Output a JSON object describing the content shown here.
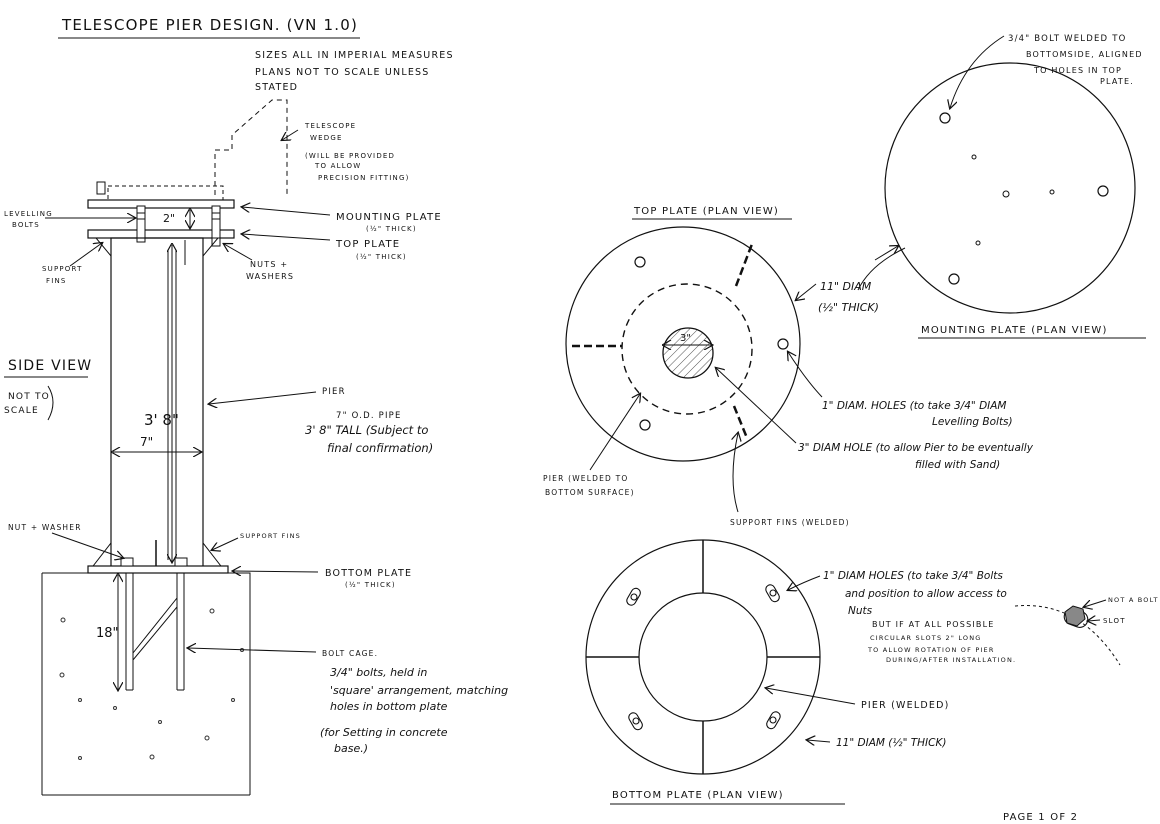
{
  "title": "TELESCOPE PIER DESIGN. (VN 1.0)",
  "notes": {
    "line1": "SIZES ALL IN IMPERIAL MEASURES",
    "line2": "PLANS NOT TO SCALE UNLESS",
    "line3": "STATED"
  },
  "side_view": {
    "heading": "SIDE VIEW",
    "scale_note_1": "NOT TO",
    "scale_note_2": "SCALE",
    "wedge_1": "TELESCOPE",
    "wedge_2": "WEDGE",
    "wedge_3": "(WILL BE PROVIDED",
    "wedge_4": "TO ALLOW",
    "wedge_5": "PRECISION FITTING)",
    "levelling_1": "LEVELLING",
    "levelling_2": "BOLTS",
    "support_fins_left_1": "SUPPORT",
    "support_fins_left_2": "FINS",
    "mounting_plate": "MOUNTING PLATE",
    "mounting_thick": "(½\" THICK)",
    "top_plate": "TOP PLATE",
    "top_thick": "(½\" THICK)",
    "nuts_1": "NUTS +",
    "nuts_2": "WASHERS",
    "dim_2in": "2\"",
    "pier_label": "PIER",
    "pier_desc_1": "7\" O.D. PIPE",
    "pier_desc_2": "3' 8\" TALL (Subject to",
    "pier_desc_3": "final confirmation)",
    "dim_height": "3' 8\"",
    "dim_width": "7\"",
    "nut_washer": "NUT + WASHER",
    "support_fins_right": "SUPPORT FINS",
    "bottom_plate": "BOTTOM PLATE",
    "bottom_thick": "(½\" THICK)",
    "dim_18": "18\"",
    "bolt_cage_1": "BOLT CAGE.",
    "bolt_cage_2": "3/4\" bolts, held in",
    "bolt_cage_3": "'square' arrangement, matching",
    "bolt_cage_4": "holes in bottom plate",
    "bolt_cage_5": "(for Setting in concrete",
    "bolt_cage_6": "base.)"
  },
  "top_plate_view": {
    "heading": "TOP PLATE (PLAN VIEW)",
    "diam_1": "11\" DIAM",
    "diam_2": "(½\" THICK)",
    "center_dim": "3\"",
    "holes_1": "1\" DIAM. HOLES (to take 3/4\" DIAM",
    "holes_2": "Levelling Bolts)",
    "center_hole_1": "3\" DIAM HOLE (to allow Pier to be eventually",
    "center_hole_2": "filled with Sand)",
    "pier_1": "PIER (WELDED TO",
    "pier_2": "BOTTOM SURFACE)",
    "support_fins": "SUPPORT FINS (WELDED)"
  },
  "mounting_plate_view": {
    "heading": "MOUNTING PLATE (PLAN VIEW)",
    "bolt_1": "3/4\" BOLT WELDED TO",
    "bolt_2": "BOTTOMSIDE, ALIGNED",
    "bolt_3": "TO HOLES IN TOP",
    "bolt_4": "PLATE."
  },
  "bottom_plate_view": {
    "heading": "BOTTOM PLATE (PLAN VIEW)",
    "holes_1": "1\" DIAM HOLES (to take 3/4\" Bolts",
    "holes_2": "and position to allow access to",
    "holes_3": "Nuts",
    "holes_4": "BUT IF AT ALL POSSIBLE",
    "holes_5": "CIRCULAR SLOTS 2\" LONG",
    "holes_6": "TO ALLOW ROTATION OF PIER",
    "holes_7": "DURING/AFTER INSTALLATION.",
    "not_a_bolt": "NOT A BOLT",
    "slot": "SLOT",
    "pier": "PIER (WELDED)",
    "diam": "11\" DIAM (½\" THICK)"
  },
  "footer": "PAGE 1 OF 2"
}
